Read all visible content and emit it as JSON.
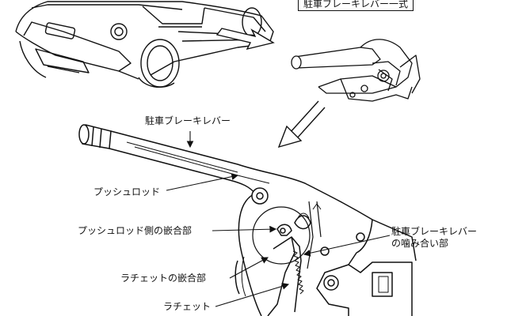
{
  "header": {
    "assembly_label": "駐車ブレーキレバー一式"
  },
  "diagram": {
    "lever_title": "駐車ブレーキレバー",
    "labels": {
      "push_rod": "プッシュロッド",
      "push_rod_fitting": "プッシュロッド側の嵌合部",
      "ratchet_fitting": "ラチェットの嵌合部",
      "ratchet": "ラチェット",
      "engagement_line1": "駐車ブレーキレバー",
      "engagement_line2": "の噛み合い部"
    }
  }
}
